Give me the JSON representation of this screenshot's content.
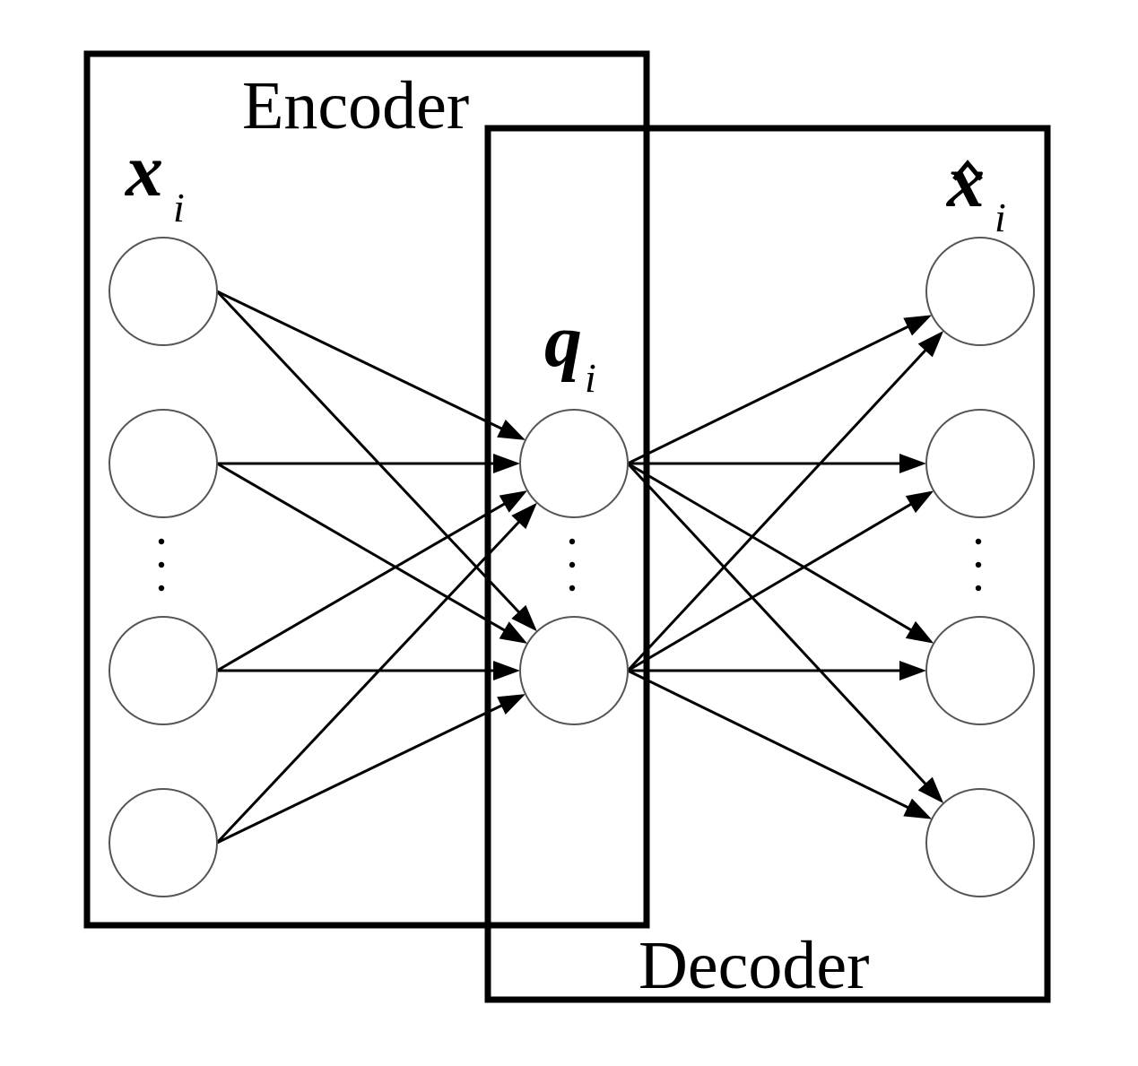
{
  "encoder": {
    "label": "Encoder"
  },
  "decoder": {
    "label": "Decoder"
  },
  "input_layer": {
    "symbol": "x",
    "subscript": "i",
    "node_count_shown": 4,
    "ellipsis": "⋮"
  },
  "code_layer": {
    "symbol": "q",
    "subscript": "i",
    "node_count_shown": 2,
    "ellipsis": "⋮"
  },
  "output_layer": {
    "symbol": "x",
    "accent": "hat",
    "subscript": "i",
    "node_count_shown": 4,
    "ellipsis": "⋮"
  },
  "connectivity": "fully-connected",
  "colors": {
    "stroke": "#000000",
    "node_outline": "#555555",
    "background": "#ffffff"
  }
}
